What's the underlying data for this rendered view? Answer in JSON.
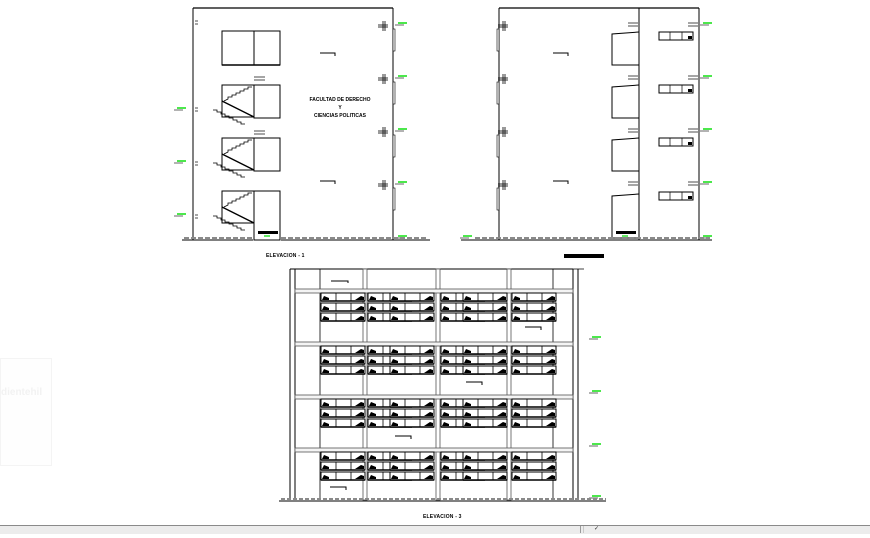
{
  "drawing": {
    "elevation_1": {
      "title": "ELEVACION - 1",
      "facade_text_line1": "FACULTAD DE DERECHO",
      "facade_text_line2": "Y",
      "facade_text_line3": "CIENCIAS POLITICAS"
    },
    "elevation_2": {
      "title": ""
    },
    "elevation_3": {
      "title": "ELEVACION - 3"
    },
    "level_marker_color": "#00dd00",
    "line_color": "#000000",
    "ground_color": "#8a8a8a"
  },
  "watermark": {
    "text": "dientehil"
  },
  "statusbar": {
    "field_text": "",
    "indicator": "✓"
  }
}
